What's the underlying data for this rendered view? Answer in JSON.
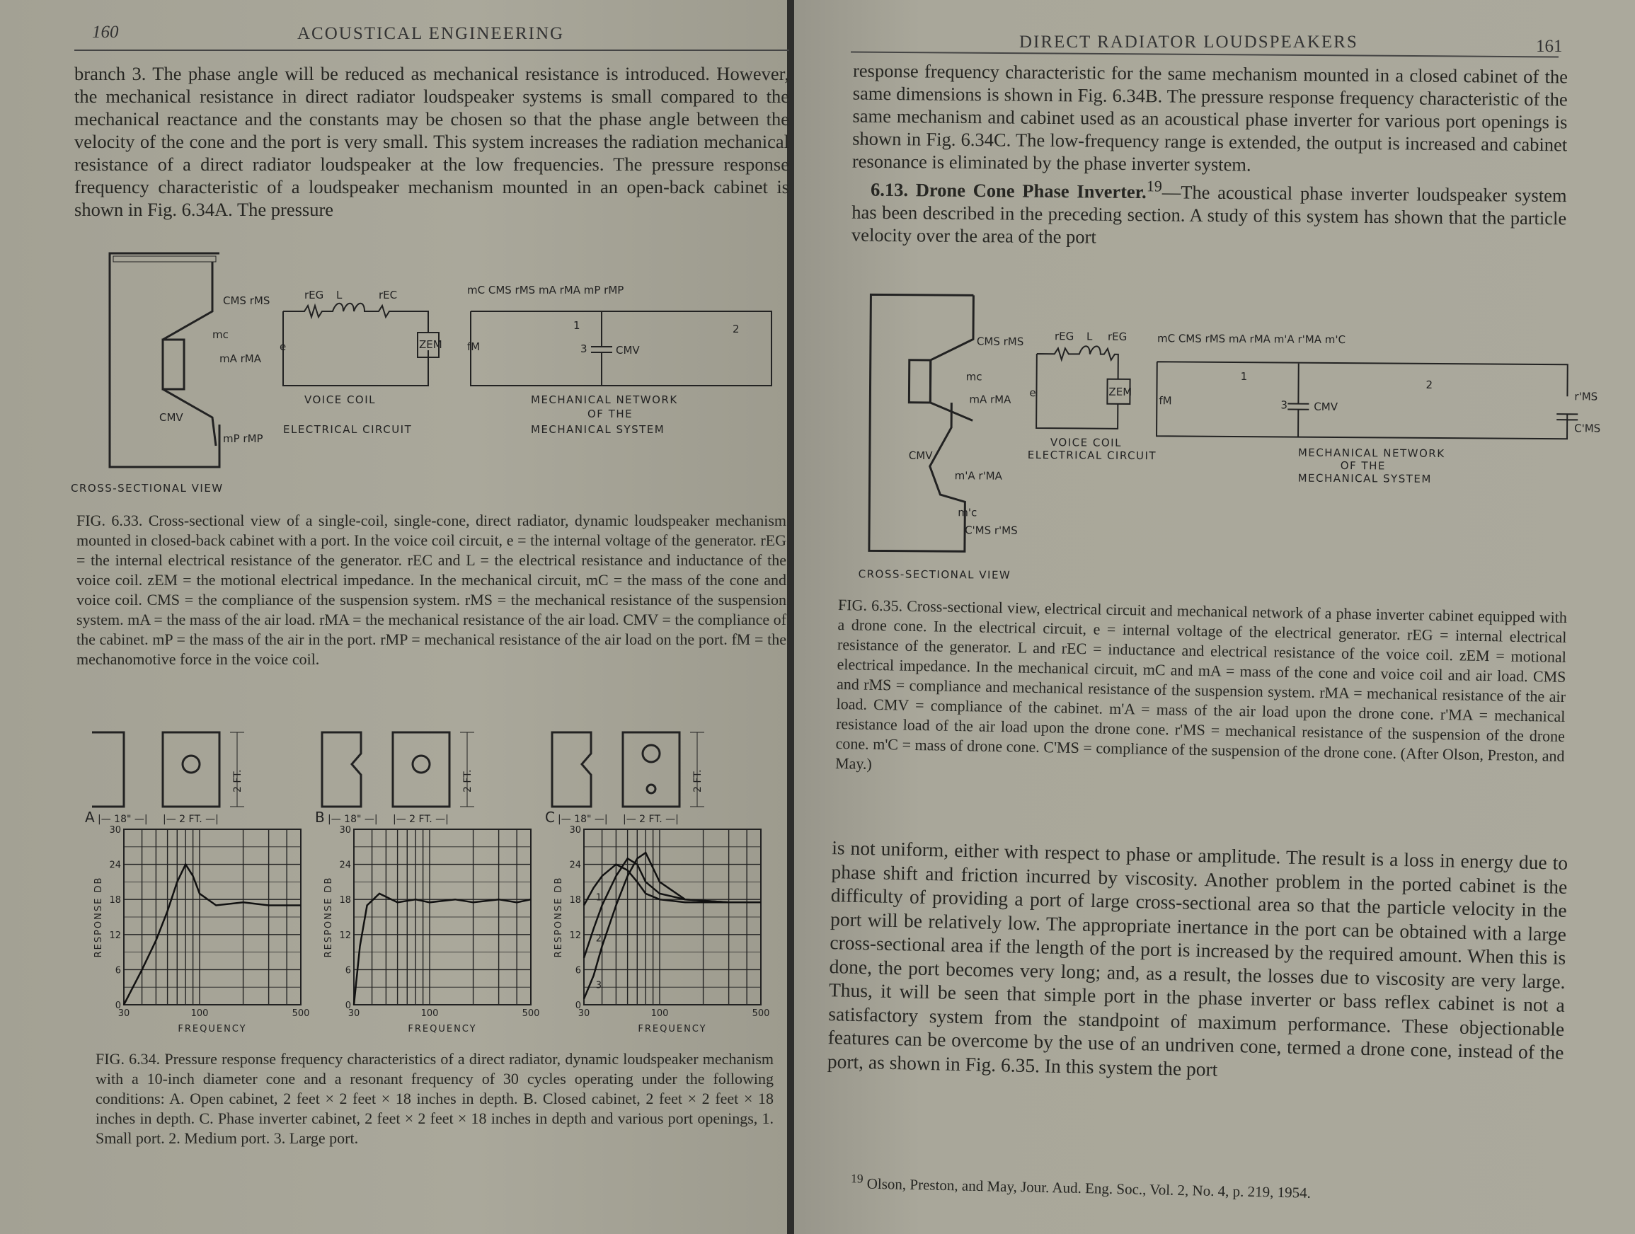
{
  "left_page": {
    "page_number": "160",
    "running_head": "ACOUSTICAL ENGINEERING",
    "body": "branch 3. The phase angle will be reduced as mechanical resistance is introduced. However, the mechanical resistance in direct radiator loudspeaker systems is small compared to the mechanical reactance and the constants may be chosen so that the phase angle between the velocity of the cone and the port is very small. This system increases the radiation mechanical resistance of a direct radiator loudspeaker at the low frequencies. The pressure response frequency characteristic of a loudspeaker mechanism mounted in an open-back cabinet is shown in Fig. 6.34A. The pressure",
    "fig633": {
      "labels": {
        "cms_rms": "CMS rMS",
        "mc": "mc",
        "ma_rma": "mA rMA",
        "cmv": "CMV",
        "mp_rmp": "mP rMP",
        "reg": "rEG",
        "L": "L",
        "rec": "rEC",
        "e": "e",
        "zem": "ZEM",
        "fm": "fM",
        "mech_top": "mC  CMS rMS  mA  rMA  mP  rMP",
        "n1": "1",
        "n2": "2",
        "n3": "3",
        "cmv2": "CMV"
      },
      "voice_coil": "VOICE  COIL",
      "electrical_circuit": "ELECTRICAL  CIRCUIT",
      "mechanical_network": "MECHANICAL  NETWORK",
      "of_the": "OF  THE",
      "mechanical_system": "MECHANICAL  SYSTEM",
      "cross_sectional_view": "CROSS-SECTIONAL  VIEW",
      "caption": "FIG. 6.33. Cross-sectional view of a single-coil, single-cone, direct radiator, dynamic loudspeaker mechanism mounted in closed-back cabinet with a port. In the voice coil circuit, e = the internal voltage of the generator. rEG = the internal electrical resistance of the generator. rEC and L = the electrical resistance and inductance of the voice coil. zEM = the motional electrical impedance. In the mechanical circuit, mC = the mass of the cone and voice coil. CMS = the compliance of the suspension system. rMS = the mechanical resistance of the suspension system. mA = the mass of the air load. rMA = the mechanical resistance of the air load. CMV = the compliance of the cabinet. mP = the mass of the air in the port. rMP = mechanical resistance of the air load on the port. fM = the mechanomotive force in the voice coil."
    },
    "fig634": {
      "dims": {
        "depth": "18\"",
        "width": "2 FT.",
        "height": "2 FT."
      },
      "caption": "FIG. 6.34. Pressure response frequency characteristics of a direct radiator, dynamic loudspeaker mechanism with a 10-inch diameter cone and a resonant frequency of 30 cycles operating under the following conditions: A. Open cabinet, 2 feet × 2 feet × 18 inches in depth. B. Closed cabinet, 2 feet × 2 feet × 18 inches in depth. C. Phase inverter cabinet, 2 feet × 2 feet × 18 inches in depth and various port openings, 1. Small port. 2. Medium port. 3. Large port."
    }
  },
  "chart_data": [
    {
      "type": "line",
      "panel": "A",
      "xlabel": "FREQUENCY",
      "ylabel": "RESPONSE DB",
      "xscale": "log",
      "xlim": [
        30,
        500
      ],
      "ylim": [
        0,
        30
      ],
      "xticks": [
        "30",
        "100",
        "500"
      ],
      "yticks": [
        "0",
        "6",
        "12",
        "18",
        "24",
        "30"
      ],
      "grid": true,
      "series": [
        {
          "name": "open cabinet",
          "x": [
            30,
            40,
            50,
            60,
            70,
            80,
            90,
            100,
            130,
            200,
            300,
            500
          ],
          "y": [
            0,
            6,
            11,
            16,
            21,
            24,
            22,
            19,
            17,
            17.5,
            17,
            17
          ]
        }
      ]
    },
    {
      "type": "line",
      "panel": "B",
      "xlabel": "FREQUENCY",
      "ylabel": "RESPONSE DB",
      "xscale": "log",
      "xlim": [
        30,
        500
      ],
      "ylim": [
        0,
        30
      ],
      "xticks": [
        "30",
        "100",
        "500"
      ],
      "yticks": [
        "0",
        "6",
        "12",
        "18",
        "24",
        "30"
      ],
      "grid": true,
      "series": [
        {
          "name": "closed cabinet",
          "x": [
            30,
            33,
            37,
            45,
            60,
            80,
            100,
            150,
            200,
            300,
            400,
            500
          ],
          "y": [
            0,
            10,
            17,
            19,
            17.5,
            18,
            17.5,
            18,
            17.5,
            18,
            17.5,
            18
          ]
        }
      ]
    },
    {
      "type": "line",
      "panel": "C",
      "xlabel": "FREQUENCY",
      "ylabel": "RESPONSE DB",
      "xscale": "log",
      "xlim": [
        30,
        500
      ],
      "ylim": [
        0,
        30
      ],
      "xticks": [
        "30",
        "100",
        "500"
      ],
      "yticks": [
        "0",
        "6",
        "12",
        "18",
        "24",
        "30"
      ],
      "grid": true,
      "series": [
        {
          "name": "1",
          "x": [
            30,
            35,
            40,
            50,
            60,
            70,
            80,
            100,
            150,
            300,
            500
          ],
          "y": [
            17,
            20,
            22,
            24,
            23,
            21,
            19,
            18,
            17.5,
            17.5,
            17.5
          ]
        },
        {
          "name": "2",
          "x": [
            30,
            35,
            40,
            50,
            60,
            70,
            80,
            100,
            150,
            300,
            500
          ],
          "y": [
            8,
            13,
            17,
            22,
            25,
            24,
            21,
            19,
            18,
            17.5,
            17.5
          ]
        },
        {
          "name": "3",
          "x": [
            30,
            35,
            40,
            50,
            60,
            70,
            80,
            100,
            150,
            300,
            500
          ],
          "y": [
            1,
            5,
            10,
            17,
            22,
            25,
            26,
            21,
            18,
            17.5,
            17.5
          ]
        }
      ]
    }
  ],
  "right_page": {
    "page_number": "161",
    "running_head": "DIRECT RADIATOR LOUDSPEAKERS",
    "body_top": "response frequency characteristic for the same mechanism mounted in a closed cabinet of the same dimensions is shown in Fig. 6.34B. The pressure response frequency characteristic of the same mechanism and cabinet used as an acoustical phase inverter for various port openings is shown in Fig. 6.34C. The low-frequency range is extended, the output is increased and cabinet resonance is eliminated by the phase inverter system.",
    "section_number": "6.13.",
    "section_title": "Drone Cone Phase Inverter.",
    "section_ref": "19",
    "section_body": "—The acoustical phase inverter loudspeaker system has been described in the preceding section. A study of this system has shown that the particle velocity over the area of the port",
    "fig635": {
      "labels": {
        "cms_rms": "CMS rMS",
        "mc": "mc",
        "ma_rma": "mA rMA",
        "cmv": "CMV",
        "mpa_rma": "m'A r'MA",
        "mpc": "m'c",
        "cpms_rpms": "C'MS r'MS",
        "reg": "rEG",
        "L": "L",
        "rec": "rEG",
        "e": "e",
        "zem": "ZEM",
        "fm": "fM",
        "mech_top": "mC CMS rMS  mA  rMA        m'A  r'MA  m'C",
        "n1": "1",
        "n2": "2",
        "n3": "3",
        "cmv2": "CMV",
        "rpms": "r'MS",
        "cpms": "C'MS"
      },
      "voice_coil": "VOICE COIL",
      "electrical_circuit": "ELECTRICAL CIRCUIT",
      "mechanical_network": "MECHANICAL NETWORK",
      "of_the": "OF THE",
      "mechanical_system": "MECHANICAL SYSTEM",
      "cross_sectional_view": "CROSS-SECTIONAL VIEW",
      "caption": "FIG. 6.35. Cross-sectional view, electrical circuit and mechanical network of a phase inverter cabinet equipped with a drone cone. In the electrical circuit, e = internal voltage of the electrical generator. rEG = internal electrical resistance of the generator. L and rEC = inductance and electrical resistance of the voice coil. zEM = motional electrical impedance. In the mechanical circuit, mC and mA = mass of the cone and voice coil and air load. CMS and rMS = compliance and mechanical resistance of the suspension system. rMA = mechanical resistance of the air load. CMV = compliance of the cabinet. m'A = mass of the air load upon the drone cone. r'MA = mechanical resistance load of the air load upon the drone cone. r'MS = mechanical resistance of the suspension of the drone cone. m'C = mass of drone cone. C'MS = compliance of the suspension of the drone cone. (After Olson, Preston, and May.)"
    },
    "body_bottom": "is not uniform, either with respect to phase or amplitude. The result is a loss in energy due to phase shift and friction incurred by viscosity. Another problem in the ported cabinet is the difficulty of providing a port of large cross-sectional area so that the particle velocity in the port will be relatively low. The appropriate inertance in the port can be obtained with a large cross-sectional area if the length of the port is increased by the required amount. When this is done, the port becomes very long; and, as a result, the losses due to viscosity are very large. Thus, it will be seen that simple port in the phase inverter or bass reflex cabinet is not a satisfactory system from the standpoint of maximum performance. These objectionable features can be overcome by the use of an undriven cone, termed a drone cone, instead of the port, as shown in Fig. 6.35. In this system the port",
    "footnote_mark": "19",
    "footnote": "Olson, Preston, and May, Jour. Aud. Eng. Soc., Vol. 2, No. 4, p. 219, 1954."
  }
}
